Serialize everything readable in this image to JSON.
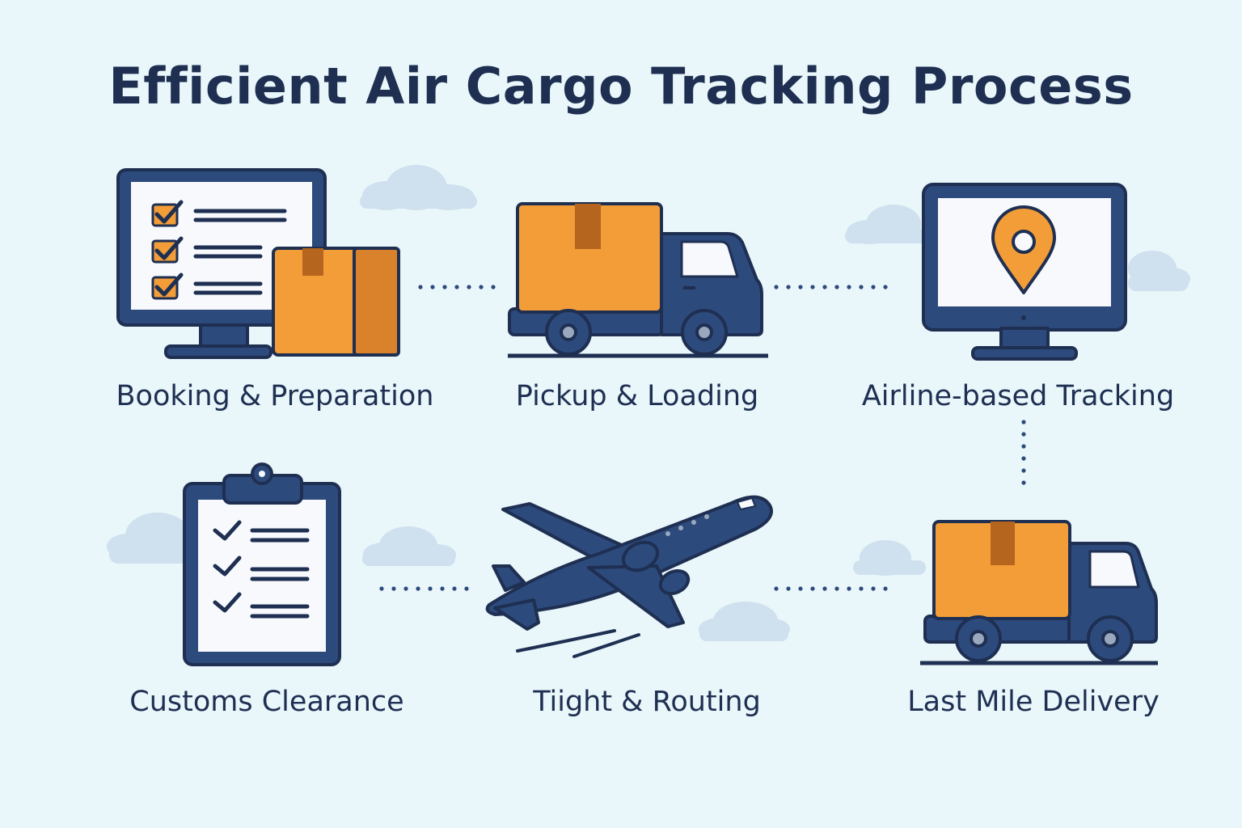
{
  "title": "Efficient Air Cargo Tracking Process",
  "steps": [
    {
      "label": "Booking & Preparation",
      "icon": "monitor-checklist-box-icon"
    },
    {
      "label": "Pickup & Loading",
      "icon": "truck-icon"
    },
    {
      "label": "Airline-based Tracking",
      "icon": "monitor-location-pin-icon"
    },
    {
      "label": "Customs Clearance",
      "icon": "clipboard-checklist-icon"
    },
    {
      "label": "Tiight & Routing",
      "icon": "airplane-icon"
    },
    {
      "label": "Last Mile Delivery",
      "icon": "delivery-truck-icon"
    }
  ],
  "colors": {
    "background": "#e9f6fa",
    "navy": "#2d4a7c",
    "outline": "#1e2f52",
    "orange": "#f29d38",
    "orange_dark": "#d9822b",
    "strap": "#b5651d",
    "cloud": "#cfe0ee",
    "screen": "#f7f9fc"
  }
}
